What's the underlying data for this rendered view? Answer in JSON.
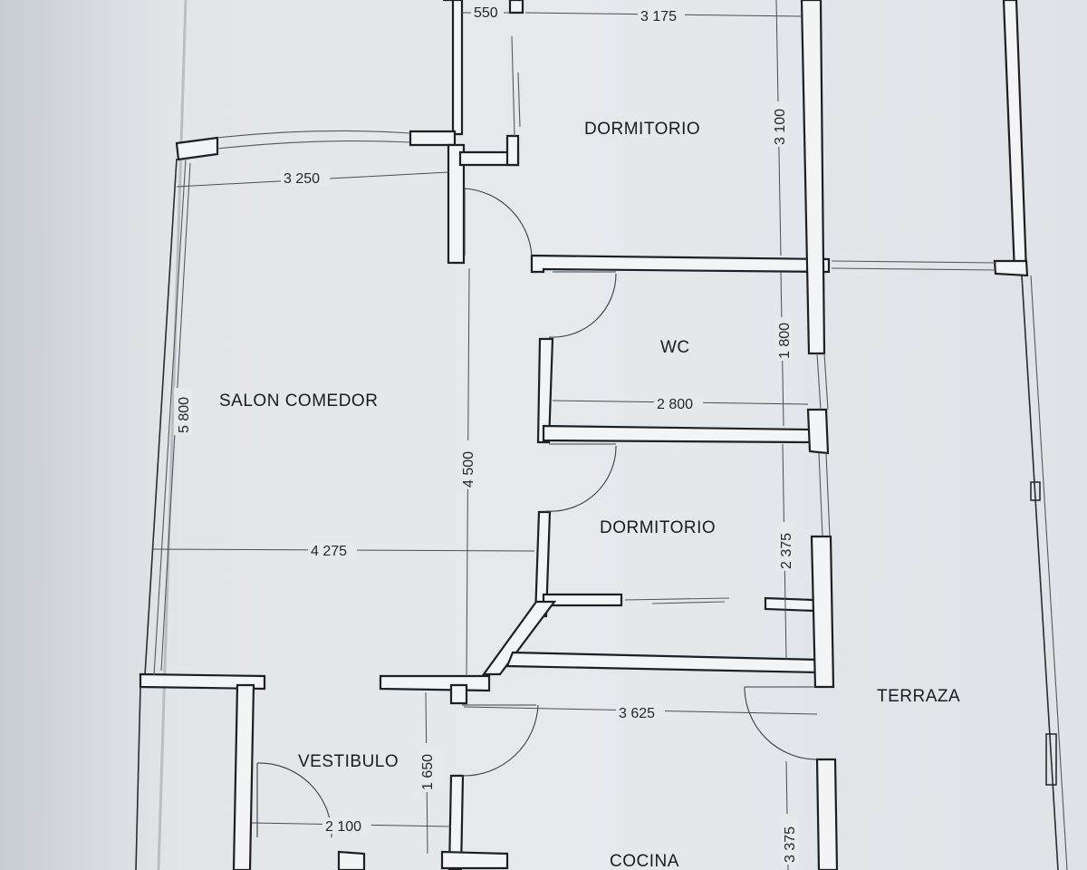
{
  "rooms": {
    "dormitorio_top": "DORMITORIO",
    "salon_comedor": "SALON COMEDOR",
    "wc": "WC",
    "dormitorio_mid": "DORMITORIO",
    "terraza": "TERRAZA",
    "vestibulo": "VESTIBULO",
    "cocina": "COCINA"
  },
  "dimensions": {
    "d550": "550",
    "d3175": "3 175",
    "d3100": "3 100",
    "d3250": "3 250",
    "d1800": "1 800",
    "d2800": "2 800",
    "d5800": "5 800",
    "d4500": "4 500",
    "d4275": "4 275",
    "d2375": "2 375",
    "d3625": "3 625",
    "d1650": "1 650",
    "d2100": "2 100",
    "d3375": "3 375"
  }
}
